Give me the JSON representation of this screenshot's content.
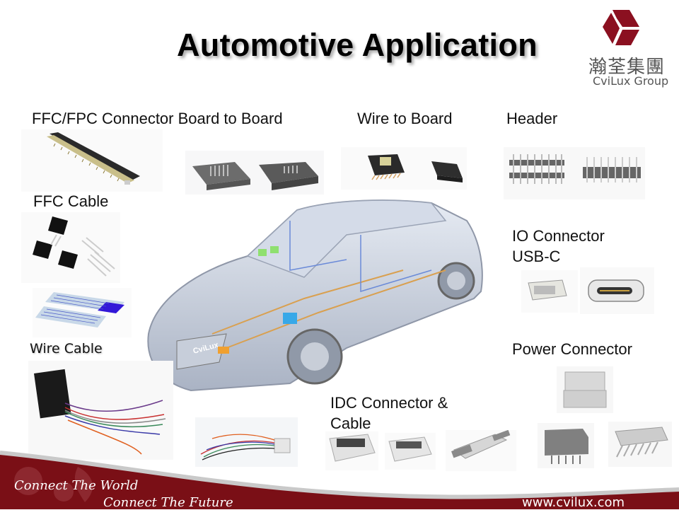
{
  "slide": {
    "title": "Automotive Application",
    "brand_color": "#8b1020",
    "logo": {
      "chinese_name": "瀚荃集團",
      "english_name": "CviLux Group"
    },
    "labels": {
      "ffc_fpc": "FFC/FPC Connector Board to Board",
      "wire_to_board": "Wire to Board",
      "header": "Header",
      "ffc_cable": "FFC Cable",
      "io_connector": "IO Connector",
      "usb_c": "USB-C",
      "wire_cable": "Wire Cable",
      "power_connector": "Power Connector",
      "idc_line1": "IDC Connector &",
      "idc_line2": "Cable"
    },
    "car_badge": "CviLux",
    "footer": {
      "tagline_1": "Connect The World",
      "tagline_2": "Connect The Future",
      "url": "www.cvilux.com"
    }
  }
}
